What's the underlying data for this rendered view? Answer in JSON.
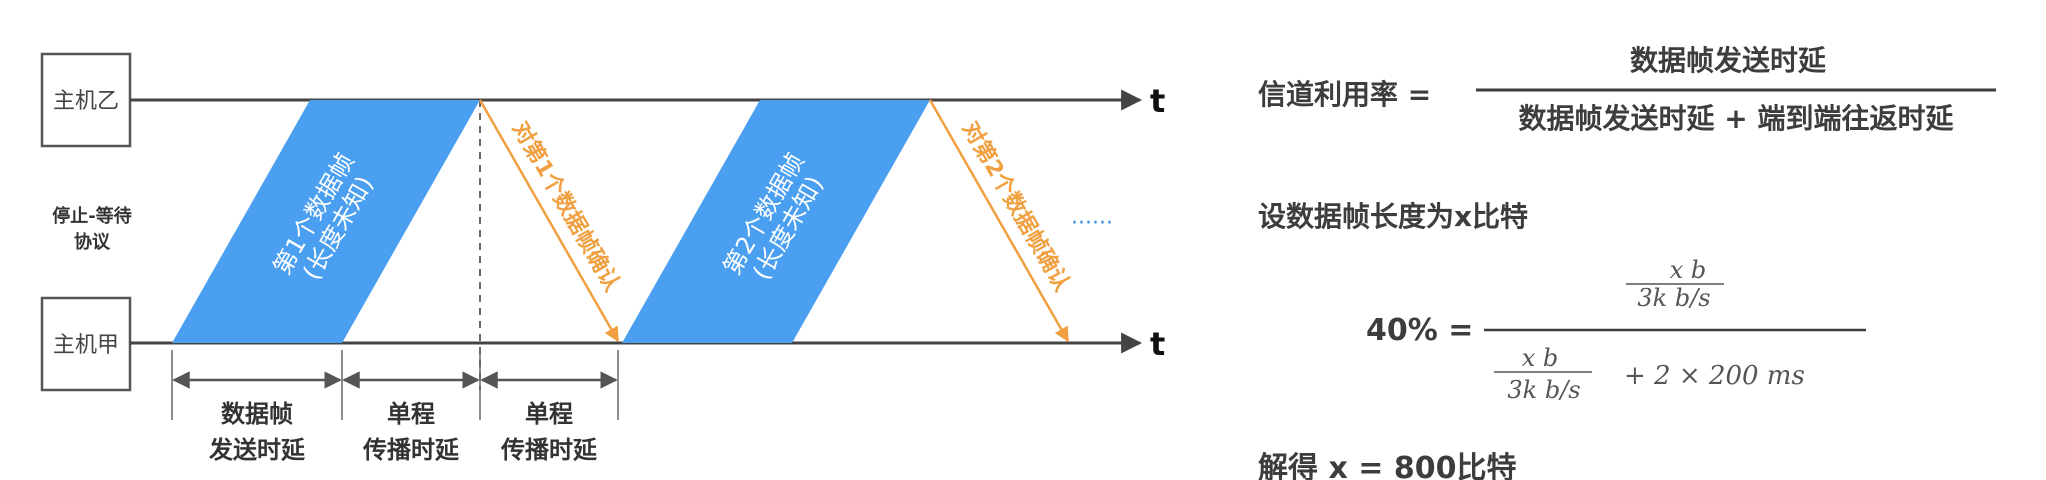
{
  "hosts": {
    "receiver": "主机乙",
    "sender": "主机甲"
  },
  "protocol_label": [
    "停止-等待",
    "协议"
  ],
  "time_axis_label": "t",
  "frames": [
    {
      "lines": [
        "第1个数据帧",
        "(长度未知)"
      ]
    },
    {
      "lines": [
        "第2个数据帧",
        "(长度未知)"
      ]
    }
  ],
  "acks": [
    "对第1个数据帧确认",
    "对第2个数据帧确认"
  ],
  "continuation": "······",
  "segments": [
    {
      "lines": [
        "数据帧",
        "发送时延"
      ]
    },
    {
      "lines": [
        "单程",
        "传播时延"
      ]
    },
    {
      "lines": [
        "单程",
        "传播时延"
      ]
    }
  ],
  "formula": {
    "lhs": "信道利用率 =",
    "numerator": "数据帧发送时延",
    "denominator": "数据帧发送时延 + 端到端往返时延"
  },
  "assumption": "设数据帧长度为x比特",
  "equation": {
    "lhs": "40% =",
    "inner_num_top": "x  b",
    "inner_num_bottom": "3k  b/s",
    "den_top": "x  b",
    "den_bottom": "3k  b/s",
    "den_rest": "+  2  ×  200  ms"
  },
  "result": "解得 x = 800比特",
  "colors": {
    "frame_fill": "#4a9ff0",
    "ack_arrow": "#f0a040",
    "axis": "#444444",
    "continuation": "#3a8fe0"
  }
}
